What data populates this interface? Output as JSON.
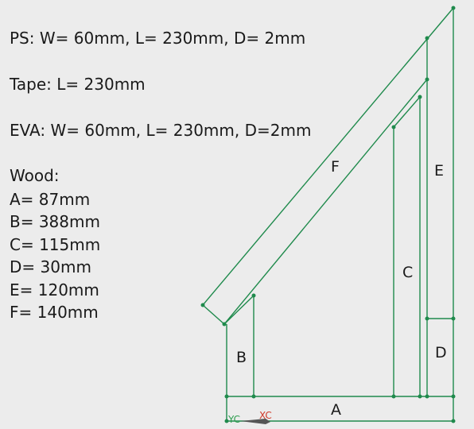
{
  "specs": {
    "ps": "PS: W= 60mm, L= 230mm, D= 2mm",
    "tape": "Tape: L= 230mm",
    "eva": "EVA: W= 60mm, L= 230mm, D=2mm",
    "wood_heading": "Wood:",
    "wood": [
      "A= 87mm",
      "B= 388mm",
      "C= 115mm",
      "D= 30mm",
      "E= 120mm",
      "F= 140mm"
    ]
  },
  "part_labels": {
    "a": "A",
    "b": "B",
    "c": "C",
    "d": "D",
    "e": "E",
    "f": "F"
  },
  "axes": {
    "yc": "YC",
    "xc": "XC",
    "yc_color": "#2e9e4f",
    "xc_color": "#d03a2a"
  },
  "colors": {
    "edge": "#1f8a4c",
    "background": "#ececec",
    "text": "#1a1a1a"
  }
}
